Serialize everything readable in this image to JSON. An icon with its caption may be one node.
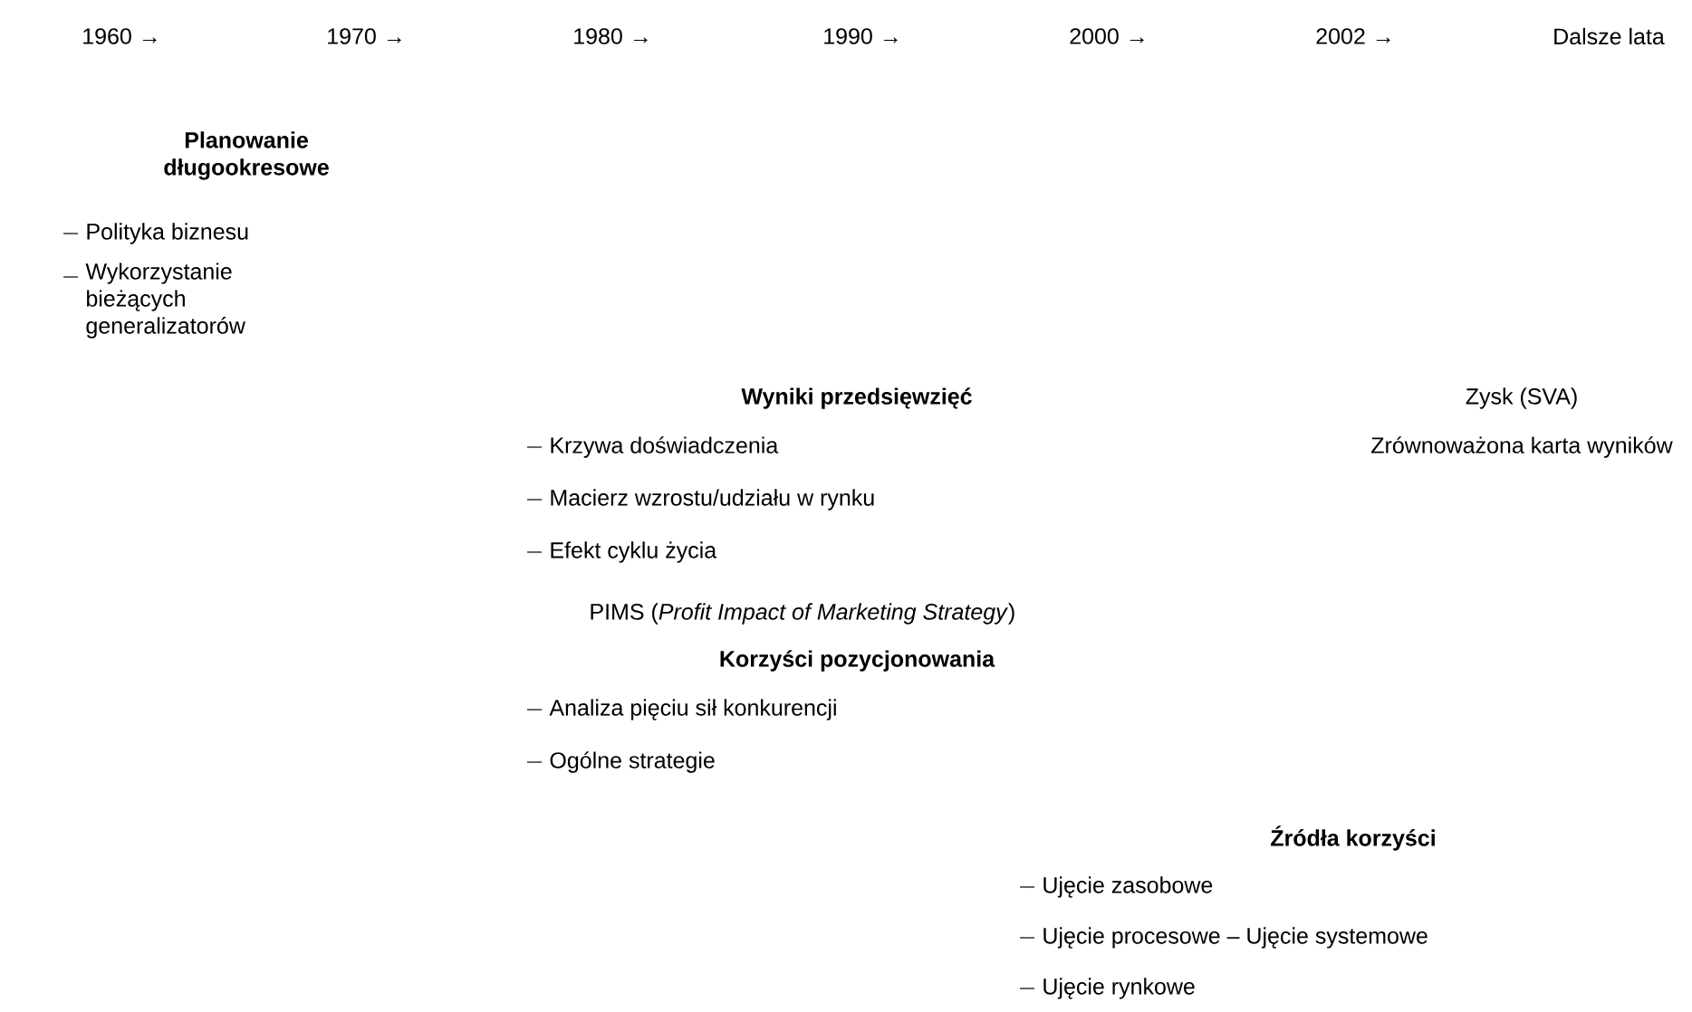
{
  "diagram": {
    "labels": [
      "1960 →",
      "1970 →",
      "1980 →",
      "1990 →",
      "2000 →",
      "2002 →",
      "Dalsze lata",
      "Planowanie długookresowe",
      "Polityka biznesu",
      "Wykorzystanie bieżących generalizatorów",
      "Wyniki przedsięwzięć",
      "Zysk (SVA)",
      "Krzywa doświadczenia",
      "Zrównoważona karta wyników",
      "Macierz wzrostu/udziału w rynku",
      "Efekt cyklu życia",
      "PIMS (*Profit Impact of Marketing Strategy*)",
      "Korzyści pozycjonowania",
      "Analiza pięciu sił konkurencji",
      "Ogólne strategie",
      "Źródła korzyści",
      "Ujęcie zasobowe",
      "Ujęcie procesowe – Ujęcie systemowe",
      "Ujęcie rynkowe"
    ]
  }
}
